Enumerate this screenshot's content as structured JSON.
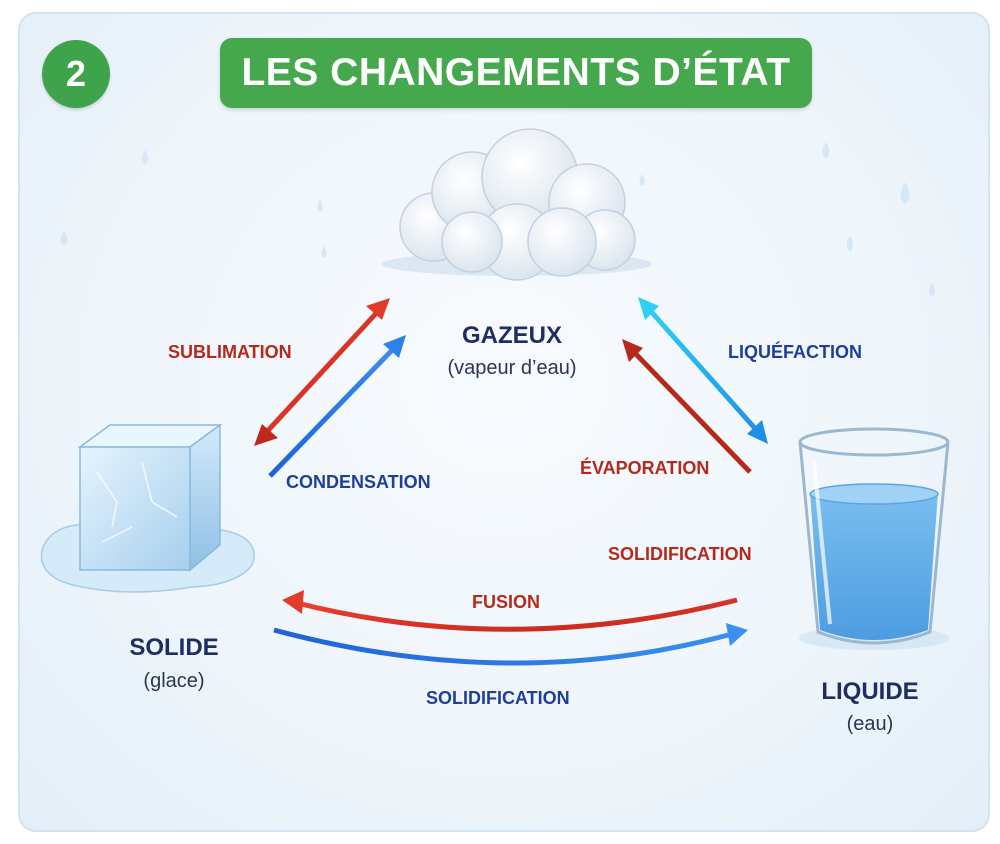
{
  "header": {
    "badge": "2",
    "title": "LES CHANGEMENTS D’ÉTAT"
  },
  "states": {
    "gas": {
      "name": "GAZEUX",
      "sub": "(vapeur d’eau)"
    },
    "solid": {
      "name": "SOLIDE",
      "sub": "(glace)"
    },
    "liquid": {
      "name": "LIQUIDE",
      "sub": "(eau)"
    }
  },
  "processes": {
    "sublimation": "SUBLIMATION",
    "condensation": "CONDENSATION",
    "liquefaction": "LIQUÉFACTION",
    "evaporation": "ÉVAPORATION",
    "solidification_upper": "SOLIDIFICATION",
    "fusion": "FUSION",
    "solidification_lower": "SOLIDIFICATION"
  },
  "colors": {
    "banner": "#45a84c",
    "heat_arrow": "#e23b2a",
    "cool_arrow": "#2f80e8",
    "text_dark": "#1e2e63"
  },
  "icons": [
    "cloud-icon",
    "ice-cube-icon",
    "water-glass-icon",
    "water-drop-icon"
  ]
}
